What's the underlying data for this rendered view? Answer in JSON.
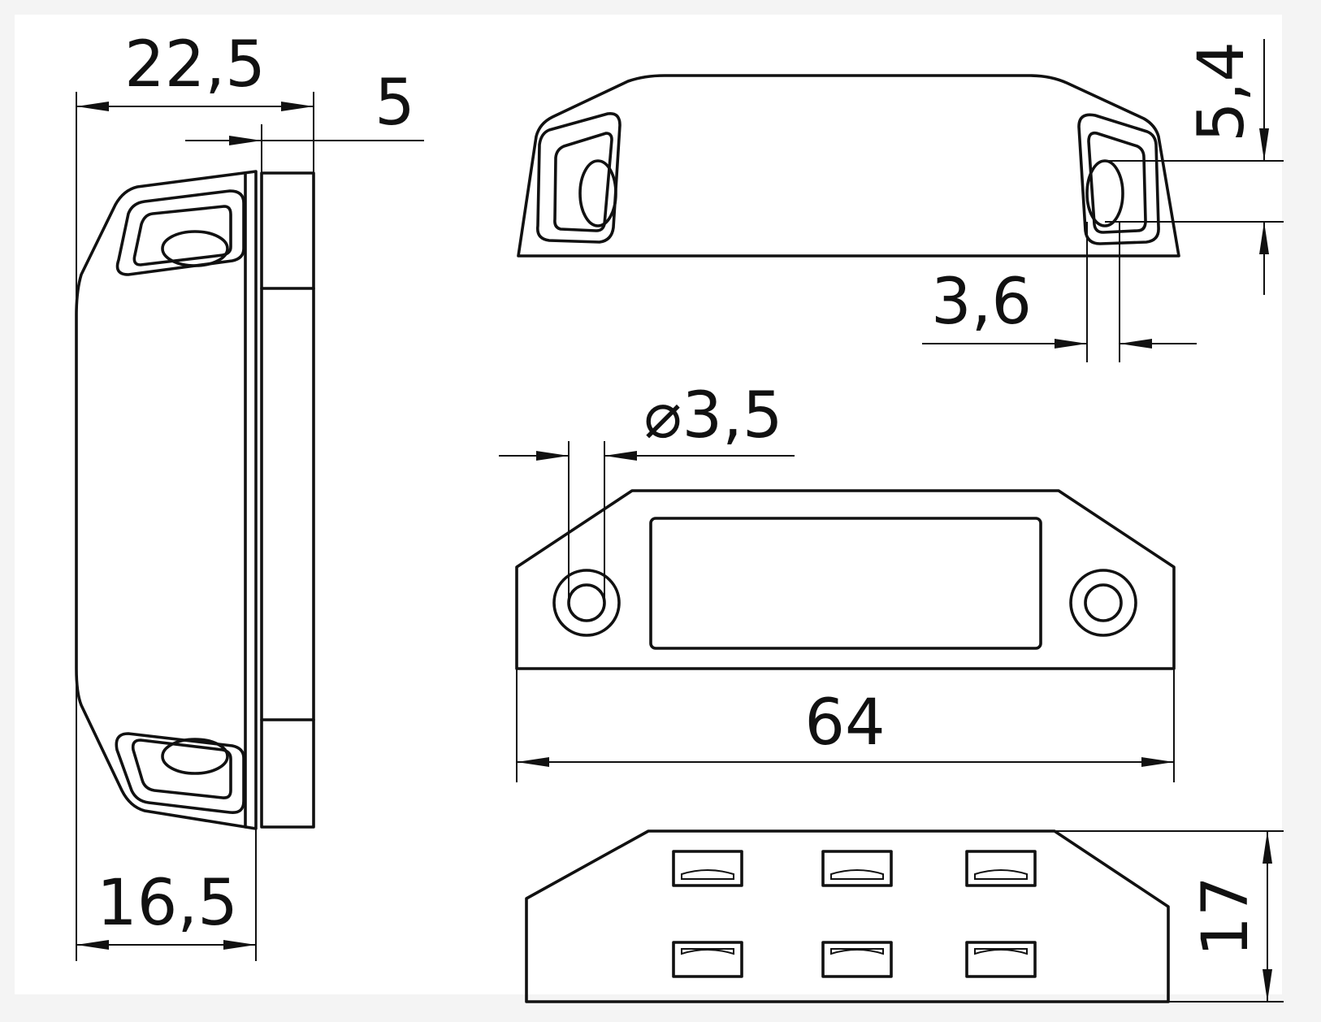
{
  "drawing": {
    "dim_total_depth": "22,5",
    "dim_plate_thickness": "5",
    "dim_body_depth": "16,5",
    "dim_slot_height": "5,4",
    "dim_slot_width": "3,6",
    "dim_hole_diameter": "⌀3,5",
    "dim_length": "64",
    "dim_height": "17"
  }
}
